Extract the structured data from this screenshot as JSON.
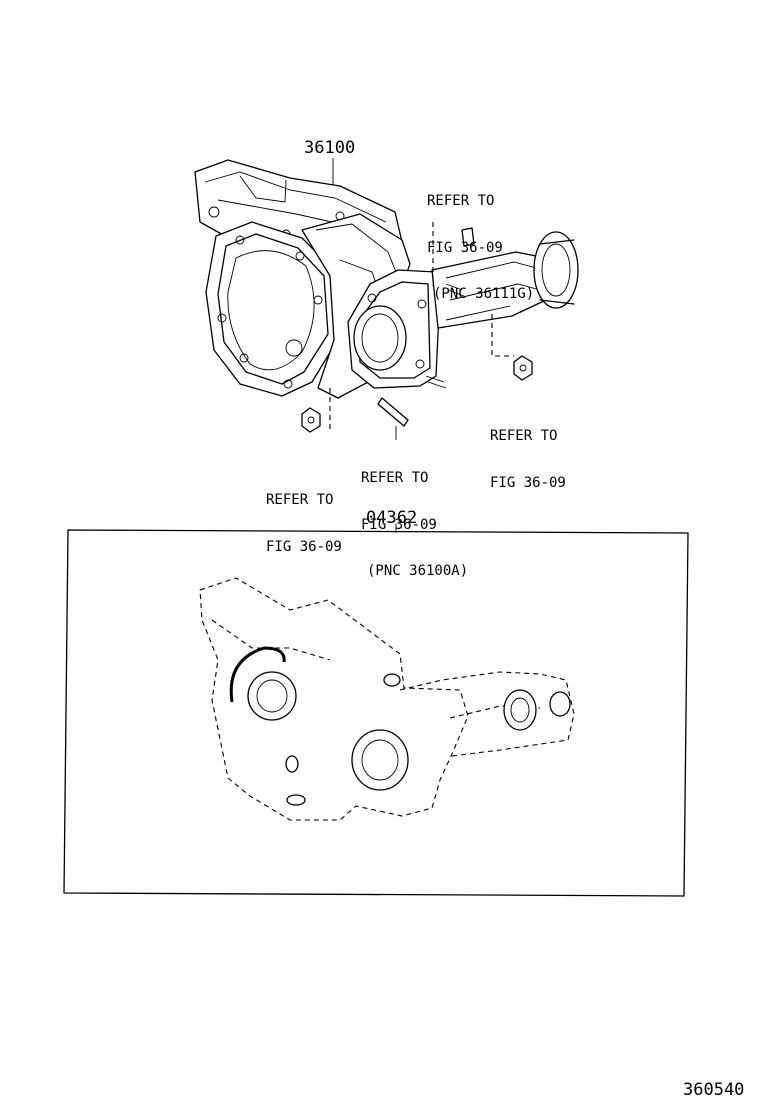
{
  "diagram": {
    "part_numbers": {
      "carrier_assy": "36100",
      "gasket_kit": "04362"
    },
    "callouts": {
      "stud_top": [
        "REFER TO",
        "FIG 36-09",
        "(PNC 36111G)"
      ],
      "nut_right": [
        "REFER TO",
        "FIG 36-09"
      ],
      "stud_bottom": [
        "REFER TO",
        "FIG 36-09",
        "(PNC 36100A)"
      ],
      "nut_left": [
        "REFER TO",
        "FIG 36-09"
      ]
    },
    "figure_ref": "360540"
  }
}
